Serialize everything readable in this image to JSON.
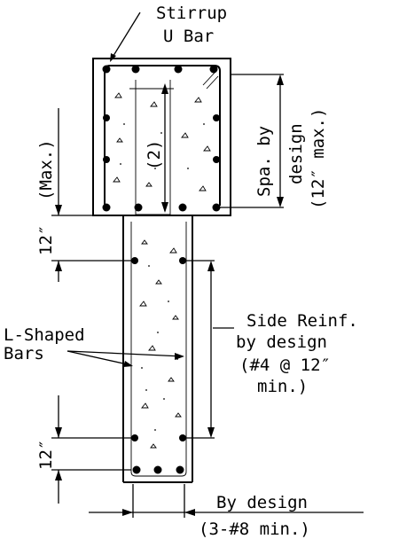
{
  "labels": {
    "stirrup": "Stirrup",
    "u_bar": "U Bar",
    "spa_by": "Spa. by",
    "design": "design",
    "twelve_max": "(12″ max.)",
    "two": "(2)",
    "max_paren": "(Max.)",
    "twelve_top": "12″",
    "twelve_bottom": "12″",
    "l_shaped": "L-Shaped",
    "bars": "Bars",
    "side_reinf": "Side Reinf.",
    "by_design": "by design",
    "num4_12": "(#4 @ 12″",
    "min_paren": "min.)",
    "by_design_bottom": "By design",
    "three_8_min": "(3-#8 min.)"
  },
  "colors": {
    "line": "#000000",
    "background": "#ffffff"
  }
}
